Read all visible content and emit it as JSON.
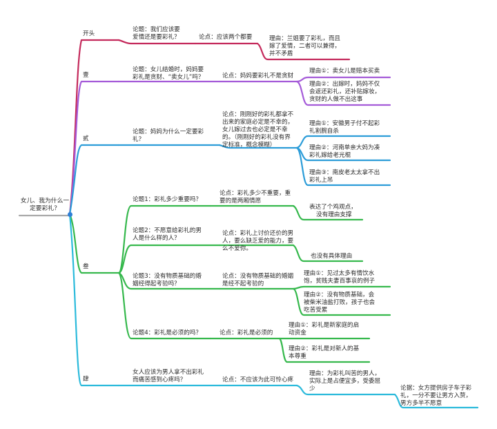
{
  "root": "女儿、我为什么一定要彩礼？",
  "colors": {
    "root_line": "#aaaaaa",
    "kaitou": "#c4295b",
    "yi": "#a45ad8",
    "er": "#2b9cd8",
    "san": "#35b84c",
    "si": "#2bbadb",
    "root_dot": "#2f7fd6"
  },
  "branches": {
    "kaitou": {
      "label": "开头",
      "topic": [
        "论题：我们应该要",
        "爱情还是要彩礼？"
      ],
      "point": "论点：应该两个都要",
      "reason": [
        "理由：兰姐要了彩礼，而且",
        "嫁了爱情，二者可以兼得，",
        "并不矛盾"
      ]
    },
    "yi": {
      "label": "壹",
      "topic": [
        "论题：女儿结婚时，妈妈要",
        "彩礼是贪财、“卖女儿”吗？"
      ],
      "point": "论点：妈妈要彩礼不是贪财",
      "reasons": [
        [
          "理由①：卖女儿是赔本买卖"
        ],
        [
          "理由②：出嫁时，妈妈不仅",
          "会返还彩礼，还补贴嫁妆，",
          "贪财的人做不出这事"
        ]
      ]
    },
    "er": {
      "label": "贰",
      "topic": [
        "论题：妈妈为什么一定要彩",
        "礼？"
      ],
      "point": [
        "论点：刚刚好的彩礼都拿不",
        "出来的家庭必定是不幸的，",
        "女儿嫁过去也必定是不幸",
        "的。（刚刚好的彩礼没有界",
        "定标准，概念模糊）"
      ],
      "reasons": [
        [
          "理由①：安徽男子付不起彩",
          "礼割腕自杀"
        ],
        [
          "理由②：河南单亲大妈为凑",
          "彩礼嫁给老光棍"
        ],
        [
          "理由③：南皮老太太拿不出",
          "彩礼上吊"
        ]
      ]
    },
    "san": {
      "label": "叁",
      "items": [
        {
          "topic": "论题1：彩礼多少重要吗？",
          "point": [
            "论点：彩礼多少不重要，重",
            "要的是两厢情愿"
          ],
          "note": [
            "表达了个鸡观点，",
            "没有理由支撑"
          ]
        },
        {
          "topic": [
            "论题2：不愿意给彩礼的男",
            "人是什么样的人？"
          ],
          "point": [
            "论点：彩礼上讨价还价的男",
            "人，要么缺乏爱的能力，要",
            "么不爱你。"
          ],
          "note": "也没有具体理由"
        },
        {
          "topic": [
            "论题3：没有物质基础的婚",
            "姻经得起考验吗？"
          ],
          "point": [
            "论点：没有物质基础的婚姻",
            "是经不起考验的"
          ],
          "reasons": [
            [
              "理由①：见过太多有情饮水",
              "饱，贫贱夫妻百事哀的例子"
            ],
            [
              "理由②：没有物质基础，会",
              "被柴米油盐打败，孩子也会",
              "吃苦受累"
            ]
          ]
        },
        {
          "topic": "论题4：彩礼是必须的吗？",
          "point": "论点：彩礼是必须的",
          "reasons": [
            [
              "理由①：彩礼是新家庭的启",
              "动资金"
            ],
            [
              "理由②：彩礼是对新人的基",
              "本尊重"
            ]
          ]
        }
      ]
    },
    "si": {
      "label": "肆",
      "topic": [
        "女人应该为男人拿不出彩礼",
        "而痛苦感到心疼吗？"
      ],
      "point": "论点：不应该为此可怜心疼",
      "reason": [
        "理由：为彩礼叫苦的男人，",
        "实际上是占便宜多，受委屈",
        "少"
      ],
      "evidence": [
        "论据：女方提供房子车子彩",
        "礼，一分不要让男方入赘，",
        "男方多半不愿意"
      ]
    }
  }
}
